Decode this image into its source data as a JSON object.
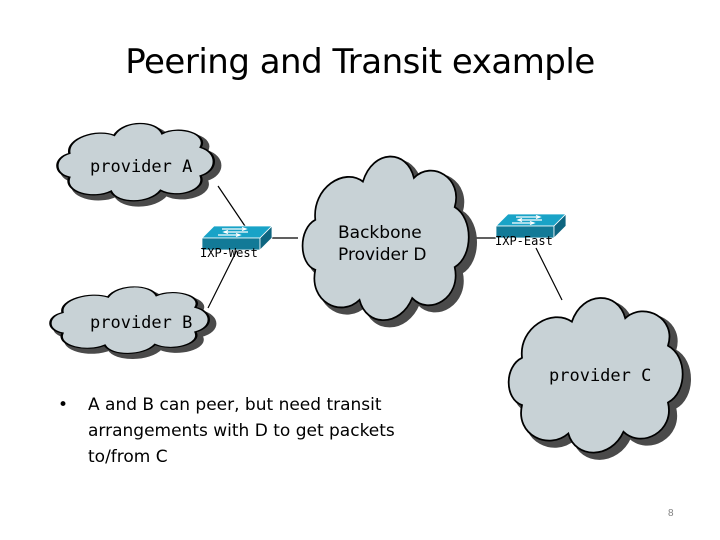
{
  "title": "Peering and Transit example",
  "nodes": {
    "provider_a": "provider A",
    "provider_b": "provider B",
    "provider_c": "provider C",
    "backbone_line1": "Backbone",
    "backbone_line2": "Provider D",
    "ixp_west": "IXP-West",
    "ixp_east": "IXP-East"
  },
  "bullet": {
    "symbol": "•",
    "text": "A and B can peer, but need transit arrangements with D to get packets to/from C"
  },
  "page_number": "8",
  "colors": {
    "cloud_fill": "#c8d2d6",
    "cloud_outline": "#000000",
    "cloud_shadow": "#4a4a4a",
    "switch_top": "#19a3c7",
    "switch_front": "#127a97",
    "link": "#000000"
  }
}
